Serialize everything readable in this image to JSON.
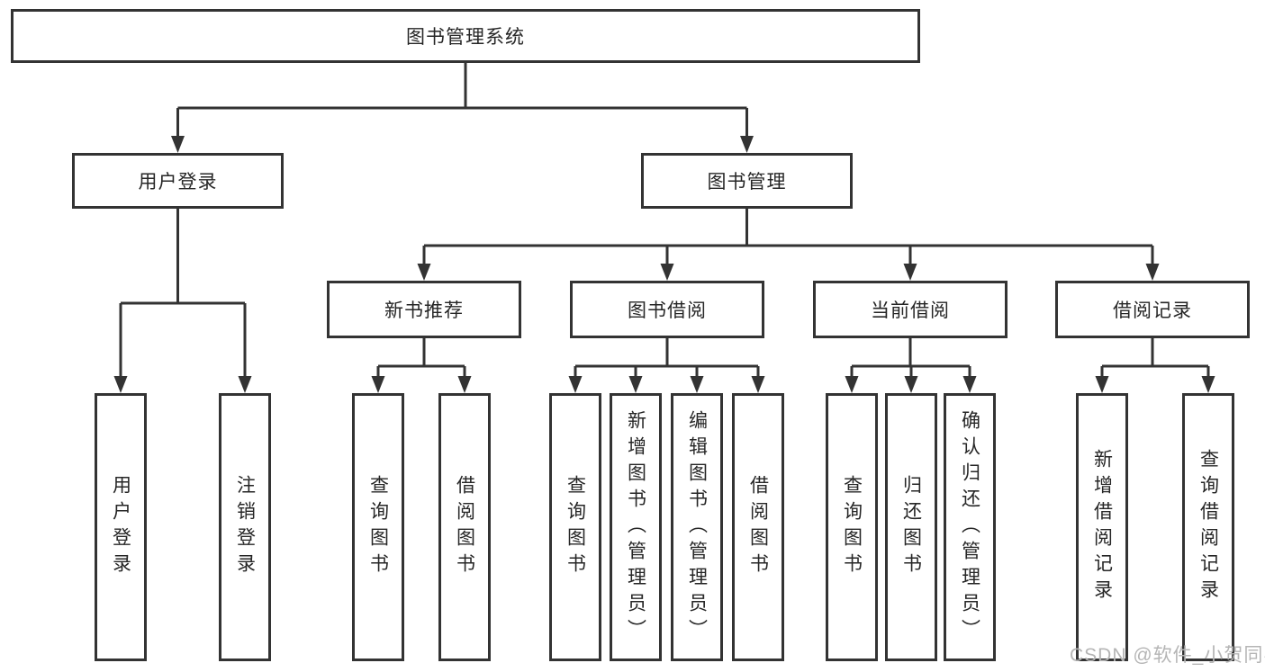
{
  "diagram": {
    "type": "tree",
    "root": {
      "label": "图书管理系统",
      "children": [
        {
          "label": "用户登录",
          "children": [
            {
              "label": "用户登录"
            },
            {
              "label": "注销登录"
            }
          ]
        },
        {
          "label": "图书管理",
          "children": [
            {
              "label": "新书推荐",
              "children": [
                {
                  "label": "查询图书"
                },
                {
                  "label": "借阅图书"
                }
              ]
            },
            {
              "label": "图书借阅",
              "children": [
                {
                  "label": "查询图书"
                },
                {
                  "label": "新增图书（管理员）"
                },
                {
                  "label": "编辑图书（管理员）"
                },
                {
                  "label": "借阅图书"
                }
              ]
            },
            {
              "label": "当前借阅",
              "children": [
                {
                  "label": "查询图书"
                },
                {
                  "label": "归还图书"
                },
                {
                  "label": "确认归还（管理员）"
                }
              ]
            },
            {
              "label": "借阅记录",
              "children": [
                {
                  "label": "新增借阅记录"
                },
                {
                  "label": "查询借阅记录"
                }
              ]
            }
          ]
        }
      ]
    }
  },
  "watermark": {
    "text": "CSDN @软件_小贺同学"
  },
  "colors": {
    "line": "#333333",
    "box_border": "#333333",
    "box_bg": "#ffffff",
    "text": "#262626",
    "background": "#ffffff",
    "watermark": "#b5b5b5"
  }
}
